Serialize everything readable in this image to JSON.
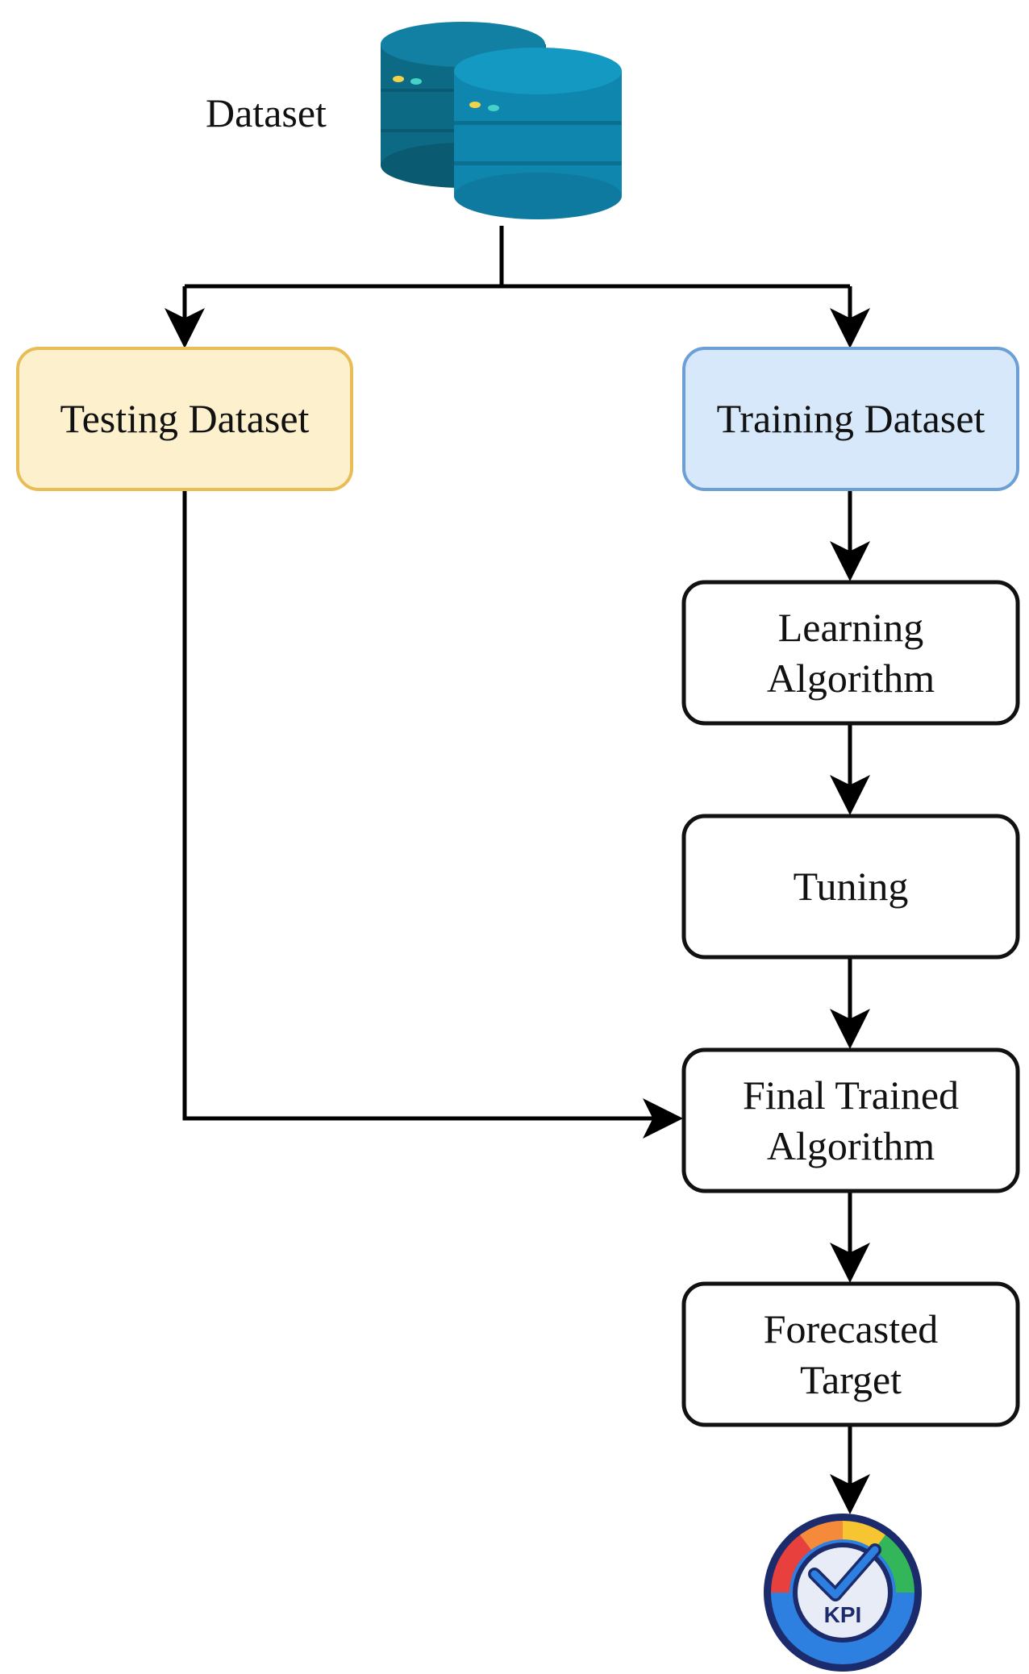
{
  "dataset": {
    "label": "Dataset",
    "icon": "database-icon"
  },
  "testing": {
    "label": "Testing Dataset",
    "fill": "#fdf0cd",
    "stroke": "#e8bd55"
  },
  "training": {
    "label": "Training Dataset",
    "fill": "#d7e8fb",
    "stroke": "#6b9fd6"
  },
  "steps": [
    {
      "id": "learning",
      "label": "Learning\nAlgorithm"
    },
    {
      "id": "tuning",
      "label": "Tuning"
    },
    {
      "id": "final",
      "label": "Final Trained\nAlgorithm"
    },
    {
      "id": "forecast",
      "label": "Forecasted\nTarget"
    }
  ],
  "kpi": {
    "icon": "kpi-gauge-icon",
    "text": "KPI"
  },
  "colors": {
    "db_dark": "#0d6f8c",
    "db_light": "#0f86ad",
    "line": "#000000"
  }
}
